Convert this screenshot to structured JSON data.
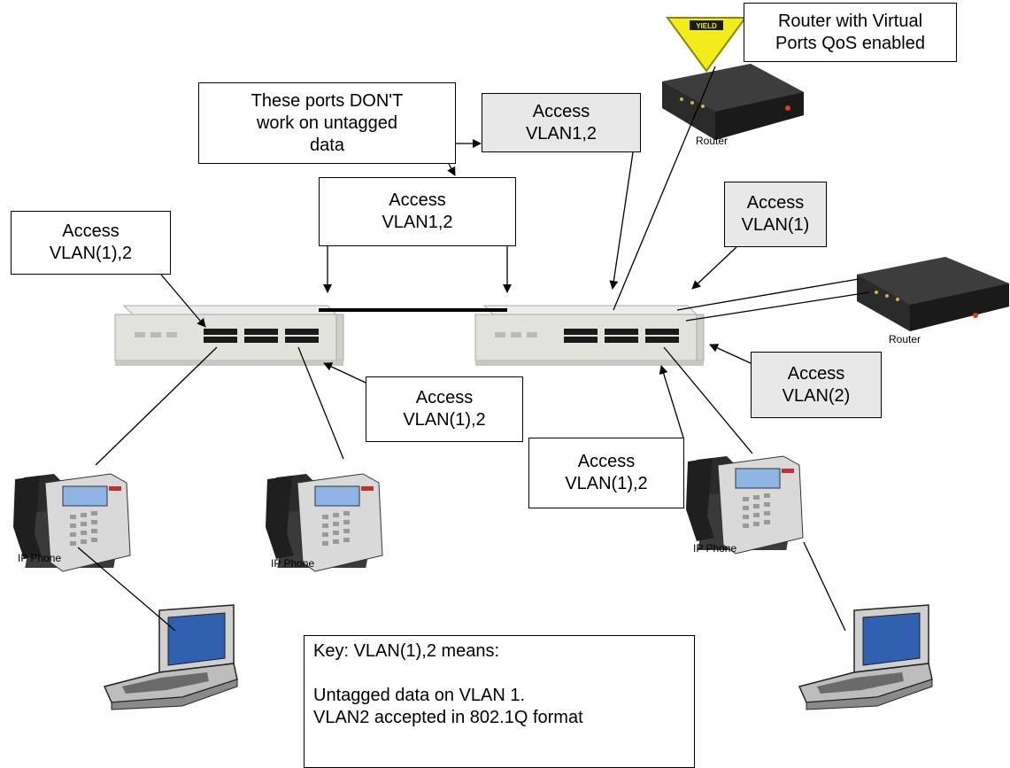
{
  "notes": {
    "untagged_note": [
      "These ports DON'T",
      "work on untagged",
      "data"
    ],
    "router_qos_note": [
      "Router with Virtual",
      "Ports QoS enabled"
    ],
    "yield_sign_text": "YIELD"
  },
  "port_labels": {
    "left_switch_uplink": [
      "Access",
      "VLAN(1),2"
    ],
    "trunk_link": [
      "Access",
      "VLAN1,2"
    ],
    "router_top_port": [
      "Access",
      "VLAN1,2"
    ],
    "router_right_port": [
      "Access",
      "VLAN(1)"
    ],
    "right_switch_port2": [
      "Access",
      "VLAN(2)"
    ],
    "left_switch_phone_port": [
      "Access",
      "VLAN(1),2"
    ],
    "right_switch_phone_port": [
      "Access",
      "VLAN(1),2"
    ]
  },
  "device_labels": {
    "router_top": "Router",
    "router_right": "Router",
    "phone_left": "IP Phone",
    "phone_middle": "IP Phone",
    "phone_right": "IP Phone"
  },
  "key": {
    "lines": [
      "Key:   VLAN(1),2 means:",
      "",
      "Untagged data on VLAN 1.",
      "VLAN2 accepted in 802.1Q format"
    ]
  },
  "colors": {
    "shaded_box": "#e8e8e8",
    "yield_sign": "#f2ec1c",
    "switch_body": "#e2e2dc",
    "router_body": "#2a2a2a",
    "laptop_screen": "#3060b0"
  }
}
